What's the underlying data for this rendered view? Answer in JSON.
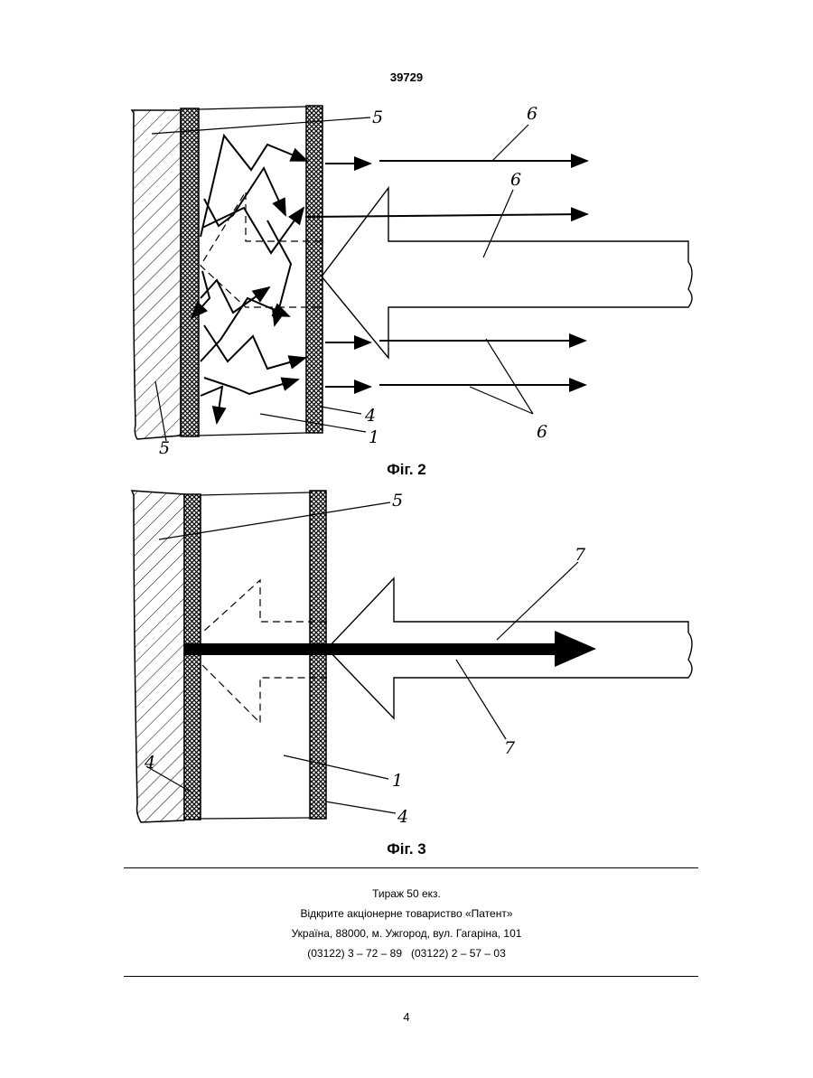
{
  "header": {
    "patent_number": "39729"
  },
  "figure2": {
    "caption": "Фіг. 2",
    "labels": {
      "l5_top": "5",
      "l6_a": "6",
      "l6_b": "6",
      "l6_c": "6",
      "l4": "4",
      "l1": "1",
      "l5_bottom": "5"
    }
  },
  "figure3": {
    "caption": "Фіг. 3",
    "labels": {
      "l5": "5",
      "l7_a": "7",
      "l7_b": "7",
      "l4_left": "4",
      "l1": "1",
      "l4_right": "4"
    }
  },
  "imprint": {
    "line1": "Тираж 50 екз.",
    "line2": "Відкрите акціонерне товариство «Патент»",
    "line3": "Україна, 88000, м. Ужгород, вул. Гагаріна, 101",
    "line4": "(03122) 3 – 72 – 89   (03122) 2 – 57 – 03"
  },
  "footer": {
    "page_number": "4"
  }
}
